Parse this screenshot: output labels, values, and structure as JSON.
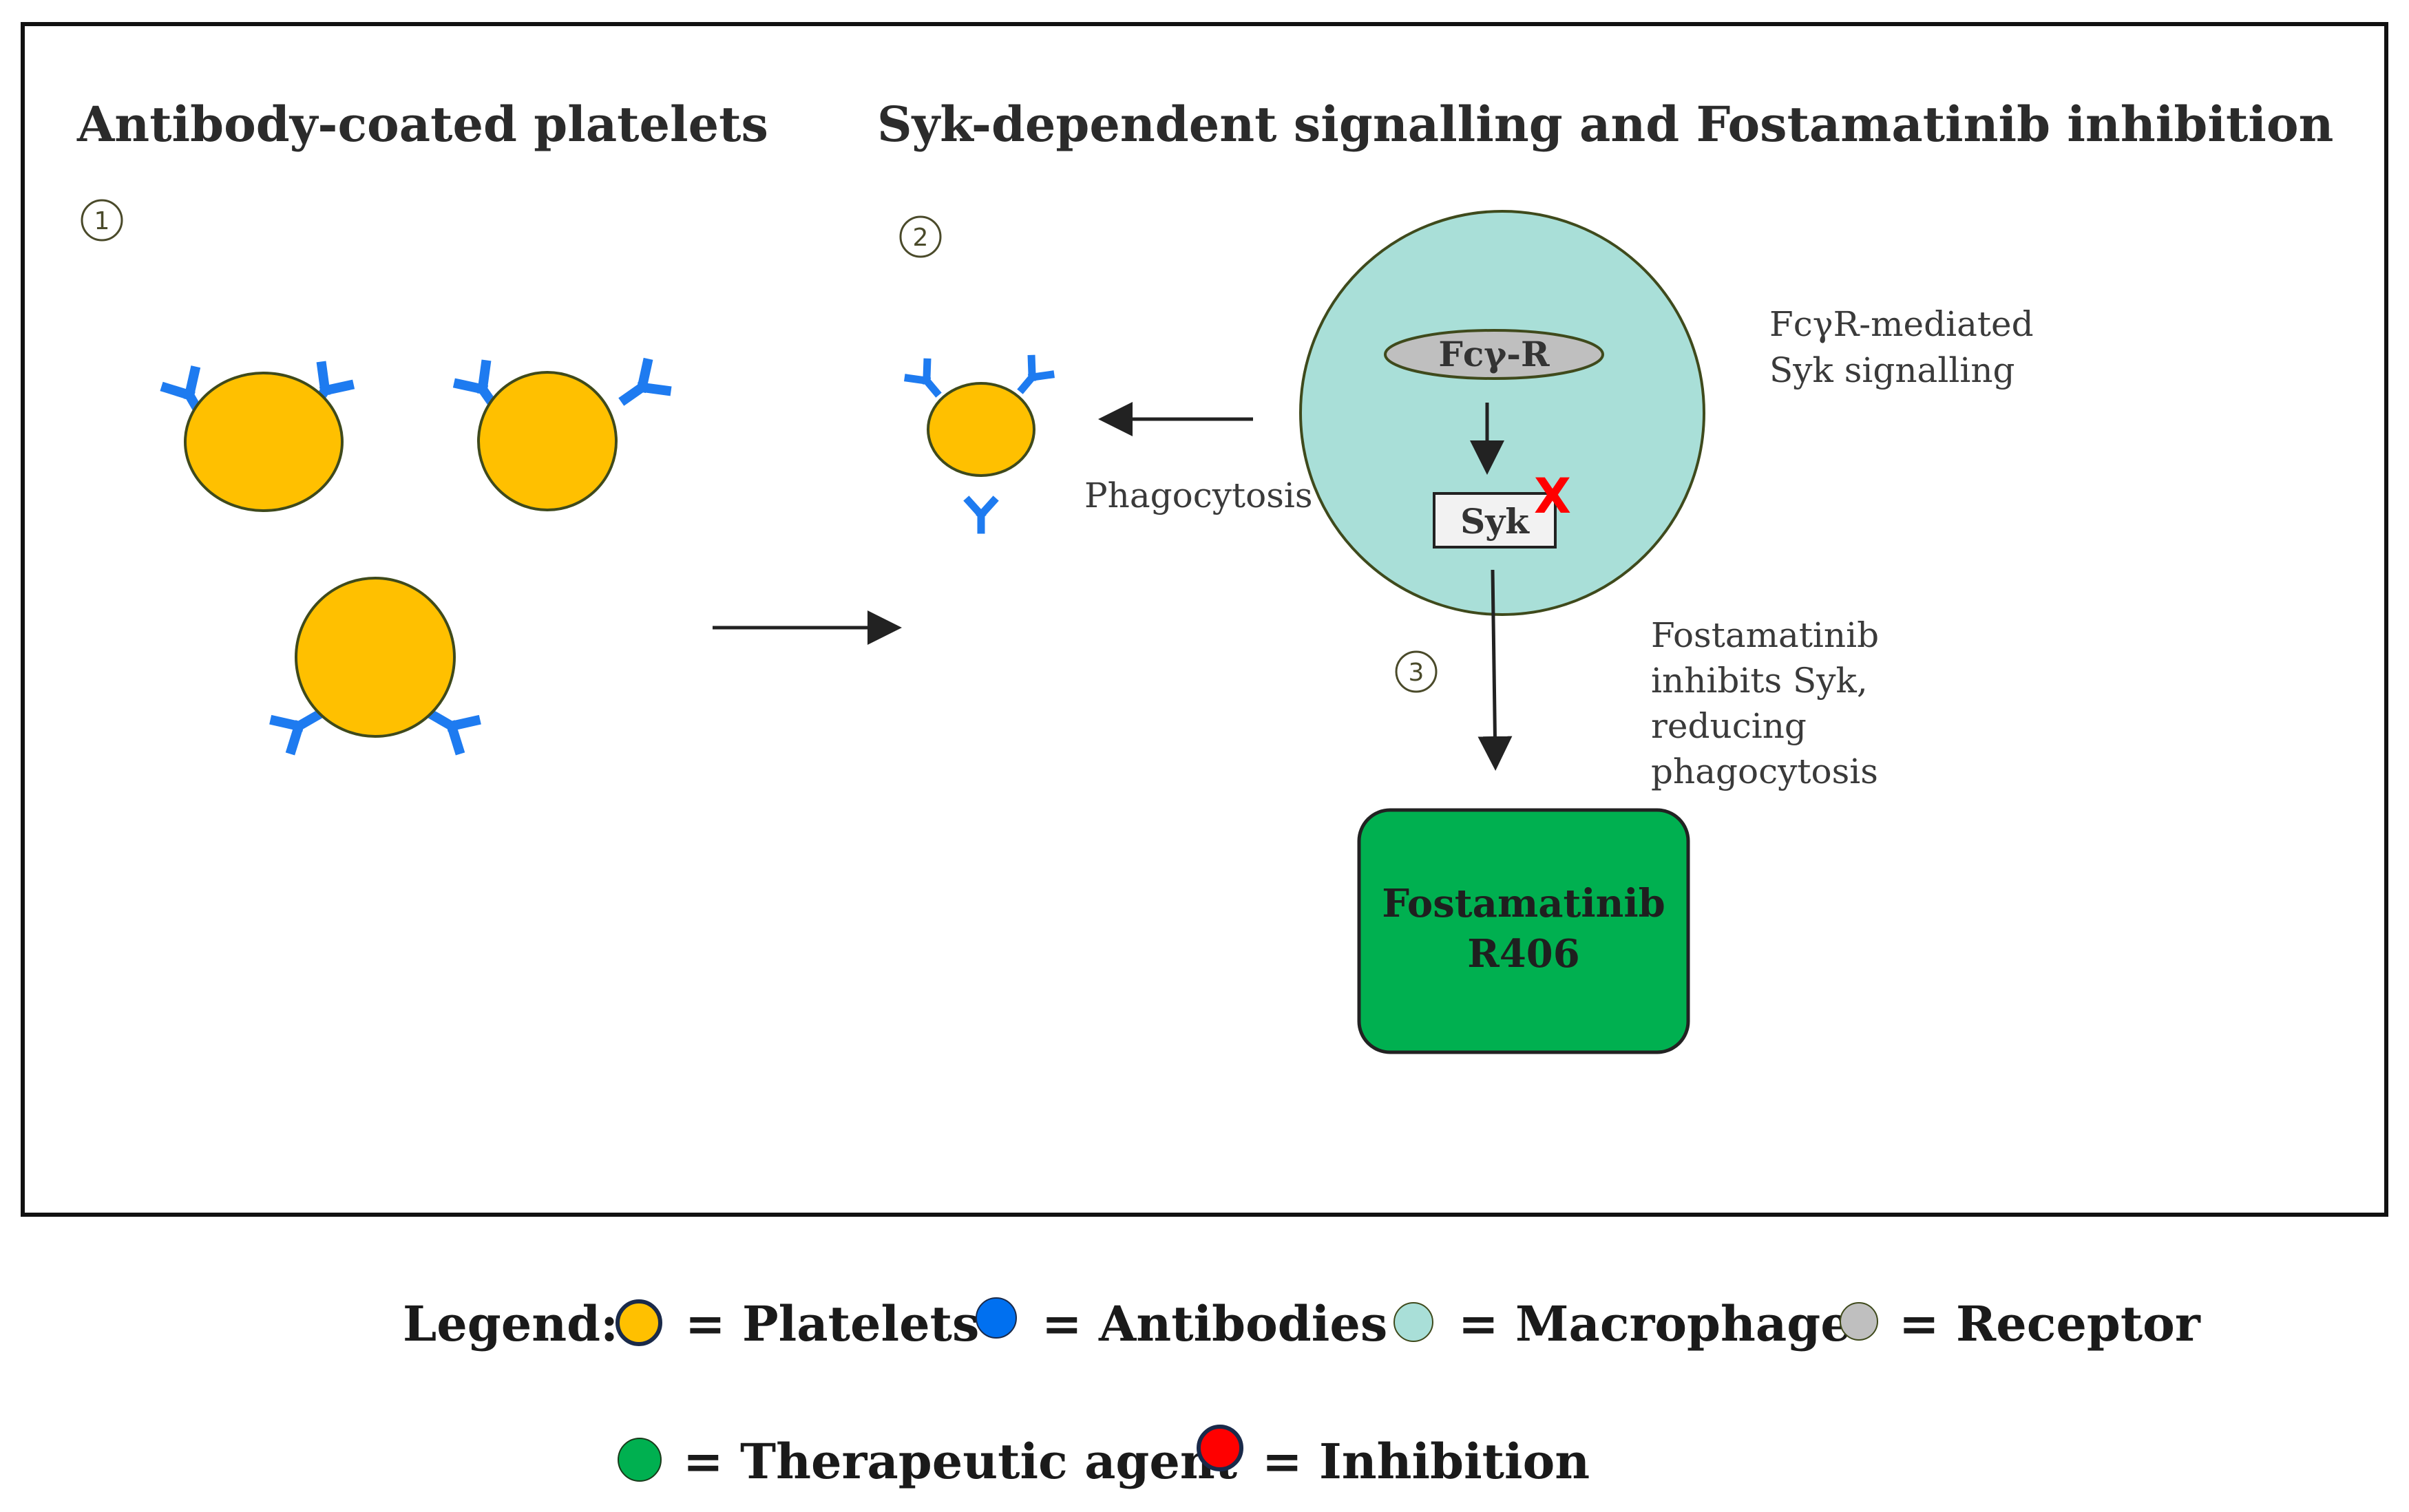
{
  "panel_titles": {
    "left": "Antibody-coated platelets",
    "right": "Syk-dependent signalling and Fostamatinib inhibition"
  },
  "step_markers": [
    "1",
    "2",
    "3"
  ],
  "labels": {
    "phagocytosis": "Phagocytosis",
    "receptor": "Fcγ-R",
    "syk": "Syk",
    "inhibition_mark": "X",
    "fcr_note_line1": "FcγR-mediated",
    "fcr_note_line2": "Syk signalling",
    "fosta_note_line1": "Fostamatinib",
    "fosta_note_line2": "inhibits Syk,",
    "fosta_note_line3": "reducing",
    "fosta_note_line4": "phagocytosis",
    "drug_line1": "Fostamatinib",
    "drug_line2": "R406"
  },
  "legend": {
    "title": "Legend:",
    "items": [
      {
        "label": "= Platelets",
        "color": "#FFC000"
      },
      {
        "label": "= Antibodies",
        "color": "#0070F0"
      },
      {
        "label": "= Macrophage",
        "color": "#A9DFD8"
      },
      {
        "label": "= Receptor",
        "color": "#BFBFBF"
      },
      {
        "label": "= Therapeutic agent",
        "color": "#00B050"
      },
      {
        "label": "= Inhibition",
        "color": "#FF0000"
      }
    ]
  },
  "colors": {
    "platelet": "#FFC000",
    "antibody": "#1E7BF0",
    "macrophage": "#A9DFD8",
    "receptor": "#BFBFBF",
    "therapeutic": "#00B050",
    "inhibition": "#FF0000",
    "outline": "#3f4a1c"
  }
}
